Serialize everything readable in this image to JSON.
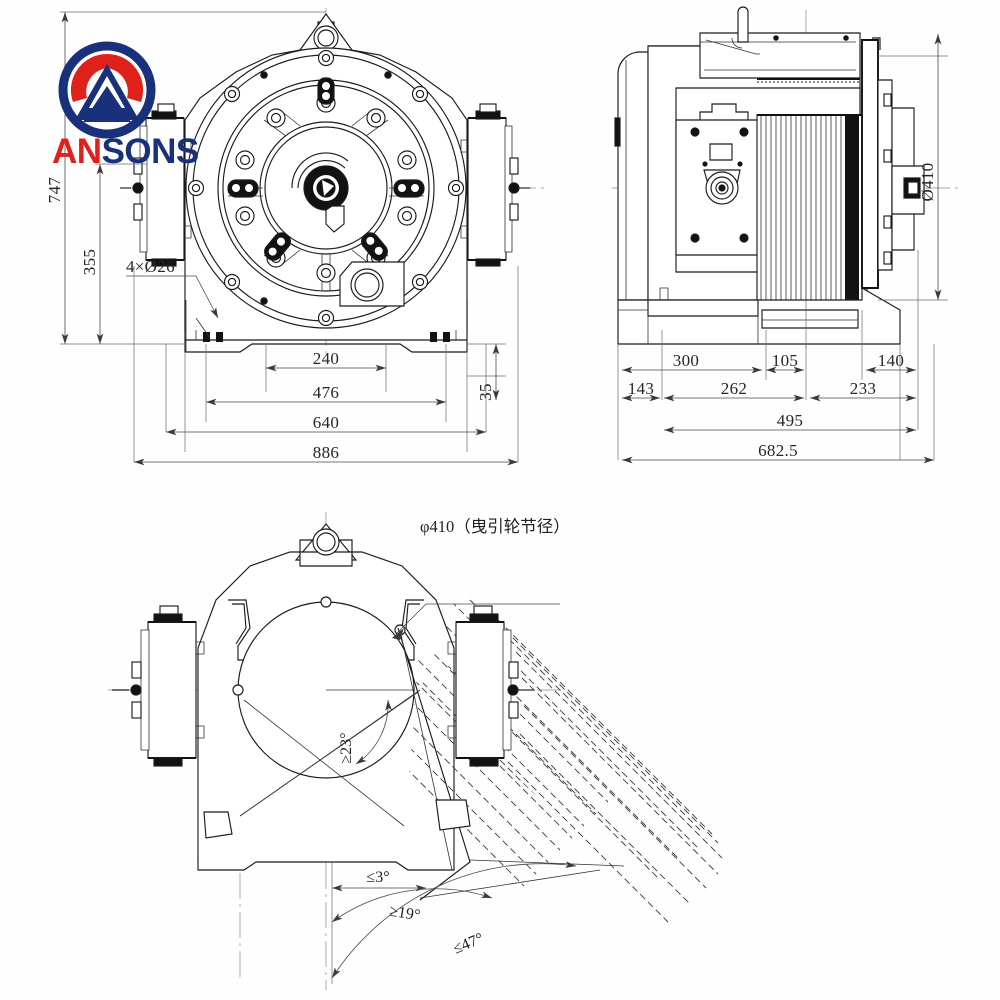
{
  "document": {
    "type": "engineering-drawing",
    "subject": "Gearless elevator traction machine",
    "views": [
      {
        "name": "front-view",
        "label": ""
      },
      {
        "name": "side-view",
        "label": ""
      },
      {
        "name": "bottom-view",
        "label": ""
      }
    ]
  },
  "brand": {
    "name_part_1": "AN",
    "name_part_2": "SONS",
    "color_red": "#e0201b",
    "color_blue": "#18317a",
    "mark": "triangle-in-circle-logo"
  },
  "front_view": {
    "dimensions": {
      "height_overall": "747",
      "height_shaft_center": "355",
      "hole_callout": "4×Ø26",
      "width_inner": "240",
      "width_mid": "476",
      "width_feet": "640",
      "width_overall": "886",
      "base_height": "35"
    }
  },
  "side_view": {
    "dimensions": {
      "sheave_diameter": "Ø410",
      "d_300": "300",
      "d_105": "105",
      "d_140": "140",
      "d_143": "143",
      "d_262": "262",
      "d_233": "233",
      "d_495": "495",
      "d_overall": "682.5"
    }
  },
  "bottom_view": {
    "annotations": {
      "sheave_note": "φ410（曳引轮节径）",
      "angle_wrap": "≥23°",
      "angle_small": "≤3°",
      "angle_min": "≥19°",
      "angle_max": "≤47°"
    }
  },
  "colors": {
    "line": "#1b1b1b",
    "dim": "#4a4a4a",
    "center": "#8a8a8a",
    "paper": "#fefefe"
  }
}
